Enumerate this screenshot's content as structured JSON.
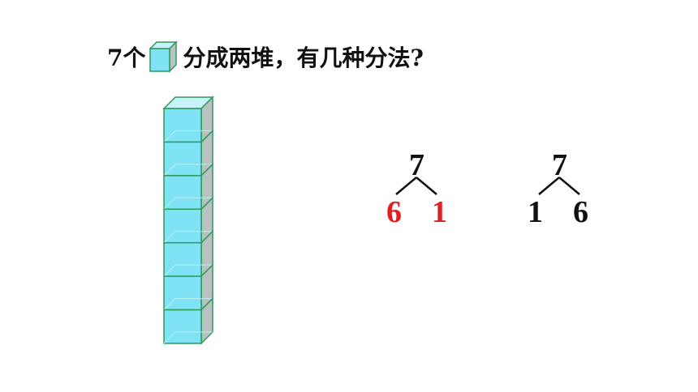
{
  "question": {
    "prefix": "7个",
    "suffix": "分成两堆，有几种分法?"
  },
  "cube_icon": "cube-icon",
  "tower": {
    "count": 7,
    "face_color": "#7fe3f5",
    "side_color": "#b9c1c3",
    "edge_color": "#2f9a5a"
  },
  "bonds": [
    {
      "total": "7",
      "left": "6",
      "right": "1",
      "parts_color": "#e02020"
    },
    {
      "total": "7",
      "left": "1",
      "right": "6",
      "parts_color": "#111111"
    }
  ]
}
